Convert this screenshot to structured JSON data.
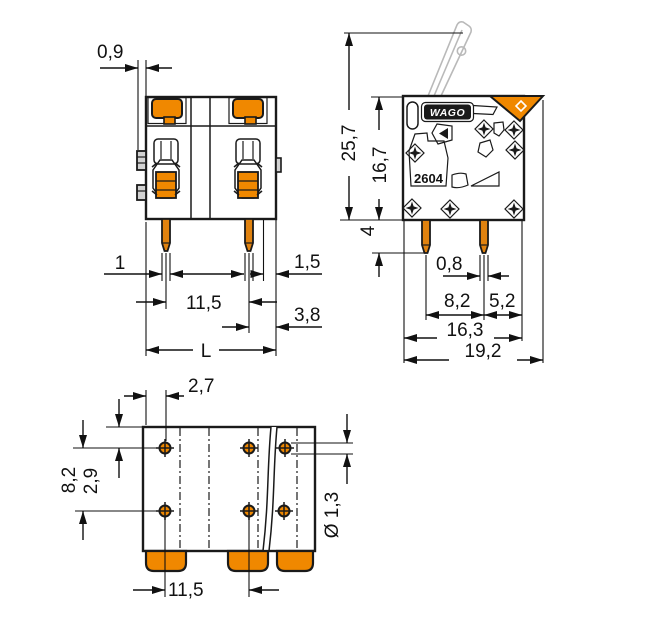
{
  "colors": {
    "body": "#d2d2d2",
    "orange": "#f08800",
    "pin": "#e0820f",
    "outline": "#1a1a1a",
    "phantom": "#b9b9b9",
    "white": "#ffffff"
  },
  "front_view": {
    "dim_tab_protrusion": "0,9",
    "dim_pin_width": "1",
    "dim_pole_pitch": "11,5",
    "dim_right_inset": "1,5",
    "dim_pin_to_edge": "3,8",
    "dim_total_length": "L"
  },
  "side_view": {
    "brand_logo": "WAGO",
    "series_marking": "2604",
    "dim_total_height": "25,7",
    "dim_body_height": "16,7",
    "dim_pin_length": "4",
    "dim_pin_width": "0,8",
    "dim_pin_row_pitch": "8,2",
    "dim_pin_to_front": "5,2",
    "dim_body_depth": "16,3",
    "dim_total_depth": "19,2"
  },
  "bottom_view": {
    "dim_first_pin_offset": "2,7",
    "dim_row_pitch": "8,2",
    "dim_row_offset": "2,9",
    "dim_pole_pitch": "11,5",
    "dim_hole_diameter": "Ø 1,3"
  }
}
